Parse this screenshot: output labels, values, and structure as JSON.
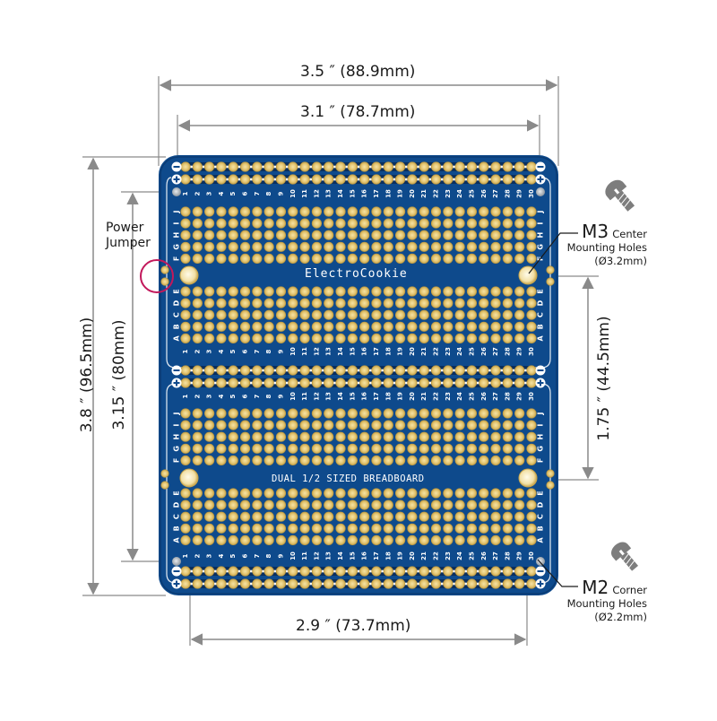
{
  "board": {
    "brand_label": "ElectroCookie",
    "title_label": "DUAL 1/2 SIZED BREADBOARD",
    "colors": {
      "pcb": "#0e4a8c",
      "pcb_edge": "#0a3b73",
      "pad": "#e8cf86",
      "pad_inner": "#c9a84e",
      "trace": "#ffffff",
      "mount_hole": "#f3e4b0",
      "dim_line": "#8a8a8a",
      "jumper_circle": "#c2185b"
    },
    "columns": [
      "1",
      "2",
      "3",
      "4",
      "5",
      "6",
      "7",
      "8",
      "9",
      "10",
      "11",
      "12",
      "13",
      "14",
      "15",
      "16",
      "17",
      "18",
      "19",
      "20",
      "21",
      "22",
      "23",
      "24",
      "25",
      "26",
      "27",
      "28",
      "29",
      "30"
    ],
    "rows_top_group": [
      "J",
      "I",
      "H",
      "G",
      "F"
    ],
    "rows_bottom_group": [
      "E",
      "D",
      "C",
      "B",
      "A"
    ],
    "rail_symbols": {
      "minus": "−",
      "plus": "+"
    }
  },
  "dimensions": {
    "overall_width": "3.5 ″ (88.9mm)",
    "hole_span_width": "3.1 ″ (78.7mm)",
    "bottom_width": "2.9 ″ (73.7mm)",
    "overall_height": "3.8 ″ (96.5mm)",
    "hole_span_height": "3.15 ″ (80mm)",
    "center_hole_spacing": "1.75 ″ (44.5mm)"
  },
  "callouts": {
    "power_jumper": {
      "line1": "Power",
      "line2": "Jumper"
    },
    "m3": {
      "size": "M3",
      "kind": "Center",
      "line2": "Mounting Holes",
      "line3": "(Ø3.2mm)"
    },
    "m2": {
      "size": "M2",
      "kind": "Corner",
      "line2": "Mounting Holes",
      "line3": "(Ø2.2mm)"
    }
  },
  "icons": {
    "m3_screw": "screw-icon",
    "m2_screw": "screw-icon"
  }
}
